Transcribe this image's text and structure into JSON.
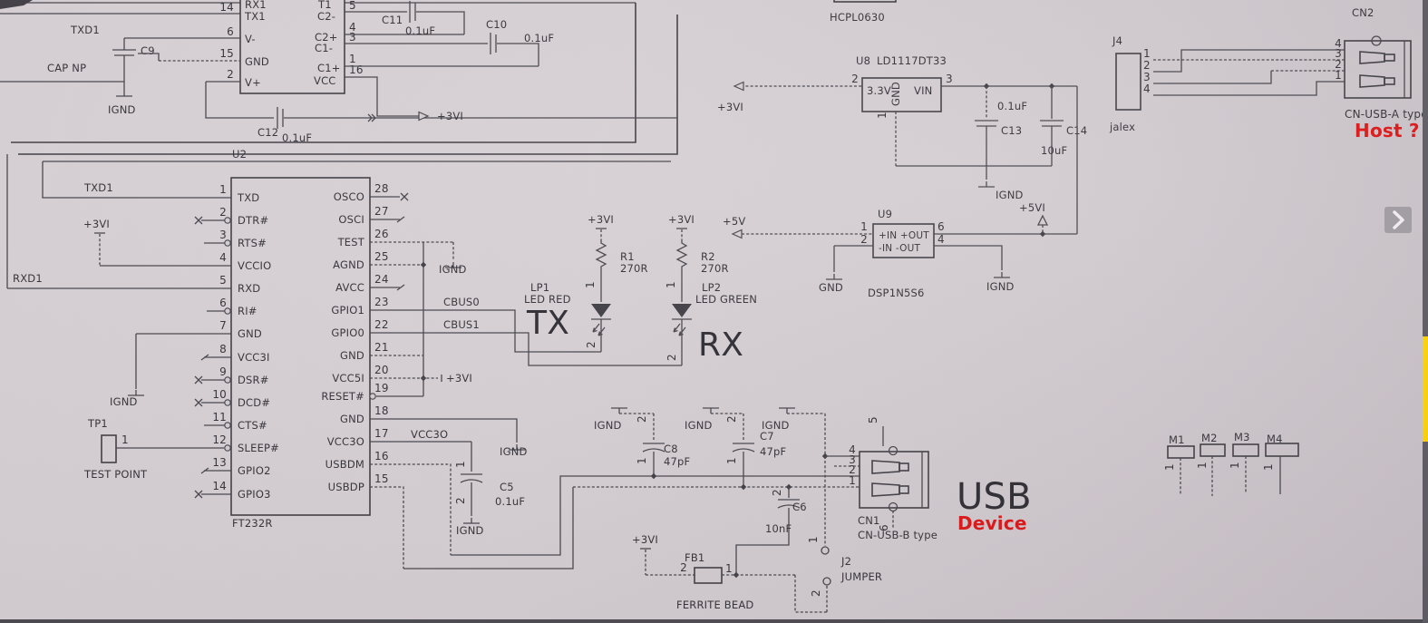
{
  "colors": {
    "scrollbar_yellow": "#FFD400",
    "annotation_red": "#DE1111",
    "ink": "#3B3940",
    "paper": "#D6D0D4"
  },
  "ui": {
    "next_button": "chevron-right-icon",
    "scrollbar": "vertical-scrollbar"
  },
  "pin_one": "1",
  "pin_two": "2",
  "nets": {
    "ignd": "IGND",
    "gnd": "GND",
    "p3vi": "+3VI",
    "p5vi": "+5VI",
    "p5v": "+5V",
    "txd1": "TXD1",
    "rxd1": "RXD1",
    "cbus0": "CBUS0",
    "cbus1": "CBUS1",
    "vcc3o": "VCC3O"
  },
  "t1": {
    "ref": "T1",
    "u2_section_ref": "U2",
    "left_pins": [
      {
        "num": "",
        "name": "RX1"
      },
      {
        "num": "14",
        "name": "TX1"
      },
      {
        "num": "6",
        "name": "V-"
      },
      {
        "num": "15",
        "name": "GND"
      },
      {
        "num": "2",
        "name": "V+"
      }
    ],
    "right_pins": [
      {
        "num": "5",
        "name": "C2-"
      },
      {
        "num": "4",
        "name": "C2+"
      },
      {
        "num": "3",
        "name": "C1-"
      },
      {
        "num": "1",
        "name": "C1+"
      },
      {
        "num": "16",
        "name": "VCC"
      }
    ],
    "c9": "C9",
    "cap_np": "CAP NP",
    "c11": "C11",
    "c10": "C10",
    "c12": "C12",
    "val_01uf": "0.1uF"
  },
  "u2": {
    "ref": "U2",
    "part": "FT232R",
    "left_pins": [
      [
        "1",
        "TXD"
      ],
      [
        "2",
        "DTR#"
      ],
      [
        "3",
        "RTS#"
      ],
      [
        "4",
        "VCCIO"
      ],
      [
        "5",
        "RXD"
      ],
      [
        "6",
        "RI#"
      ],
      [
        "7",
        "GND"
      ],
      [
        "8",
        "VCC3I"
      ],
      [
        "9",
        "DSR#"
      ],
      [
        "10",
        "DCD#"
      ],
      [
        "11",
        "CTS#"
      ],
      [
        "12",
        "SLEEP#"
      ],
      [
        "13",
        "GPIO2"
      ],
      [
        "14",
        "GPIO3"
      ]
    ],
    "right_pins": [
      [
        "28",
        "OSCO"
      ],
      [
        "27",
        "OSCI"
      ],
      [
        "26",
        "TEST"
      ],
      [
        "25",
        "AGND"
      ],
      [
        "24",
        "AVCC"
      ],
      [
        "23",
        "GPIO1"
      ],
      [
        "22",
        "GPIO0"
      ],
      [
        "21",
        "GND"
      ],
      [
        "20",
        "VCC5I"
      ],
      [
        "19",
        "RESET#"
      ],
      [
        "18",
        "GND"
      ],
      [
        "17",
        "VCC3O"
      ],
      [
        "16",
        "USBDM"
      ],
      [
        "15",
        "USBDP"
      ]
    ],
    "tp1": "TP1",
    "test_point": "TEST POINT",
    "c5": "C5",
    "c5_val": "0.1uF"
  },
  "leds": {
    "r1": "R1",
    "r2": "R2",
    "r_val": "270R",
    "lp1": "LP1",
    "lp1_desc": "LED RED",
    "lp2": "LP2",
    "lp2_desc": "LED GREEN",
    "tx": "TX",
    "rx": "RX"
  },
  "opto": {
    "part": "HCPL0630"
  },
  "u8": {
    "ref": "U8",
    "part": "LD1117DT33",
    "out": "3.3V",
    "gnd": "GND",
    "vin": "VIN",
    "p1": "1",
    "p2": "2",
    "p3": "3",
    "c13": "C13",
    "c13_val": "0.1uF",
    "c14": "C14",
    "c14_val": "10uF"
  },
  "u9": {
    "ref": "U9",
    "part": "DSP1N5S6",
    "row1": "+IN +OUT",
    "row2": "-IN -OUT",
    "p1": "1",
    "p2": "2",
    "p6": "6",
    "p4": "4"
  },
  "j4": {
    "ref": "J4",
    "pins": [
      "1",
      "2",
      "3",
      "4"
    ],
    "note": "jalex"
  },
  "cn2": {
    "ref": "CN2",
    "pins": [
      "4",
      "3",
      "2",
      "1"
    ],
    "type": "CN-USB-A type",
    "role": "Host ?"
  },
  "cn1": {
    "ref": "CN1",
    "pins": [
      "4",
      "3",
      "2",
      "1"
    ],
    "p5": "5",
    "p6": "6",
    "type": "CN-USB-B type",
    "big": "USB",
    "role": "Device"
  },
  "c8": {
    "ref": "C8",
    "val": "47pF"
  },
  "c7": {
    "ref": "C7",
    "val": "47pF"
  },
  "c6": {
    "ref": "C6",
    "val": "10nF"
  },
  "fb1": {
    "ref": "FB1",
    "label": "FERRITE BEAD",
    "p1": "1",
    "p2": "2"
  },
  "j2": {
    "ref": "J2",
    "label": "JUMPER",
    "p1": "1",
    "p2": "2"
  },
  "mounting": {
    "m1": "M1",
    "m2": "M2",
    "m3": "M3",
    "m4": "M4",
    "pin": "1"
  }
}
